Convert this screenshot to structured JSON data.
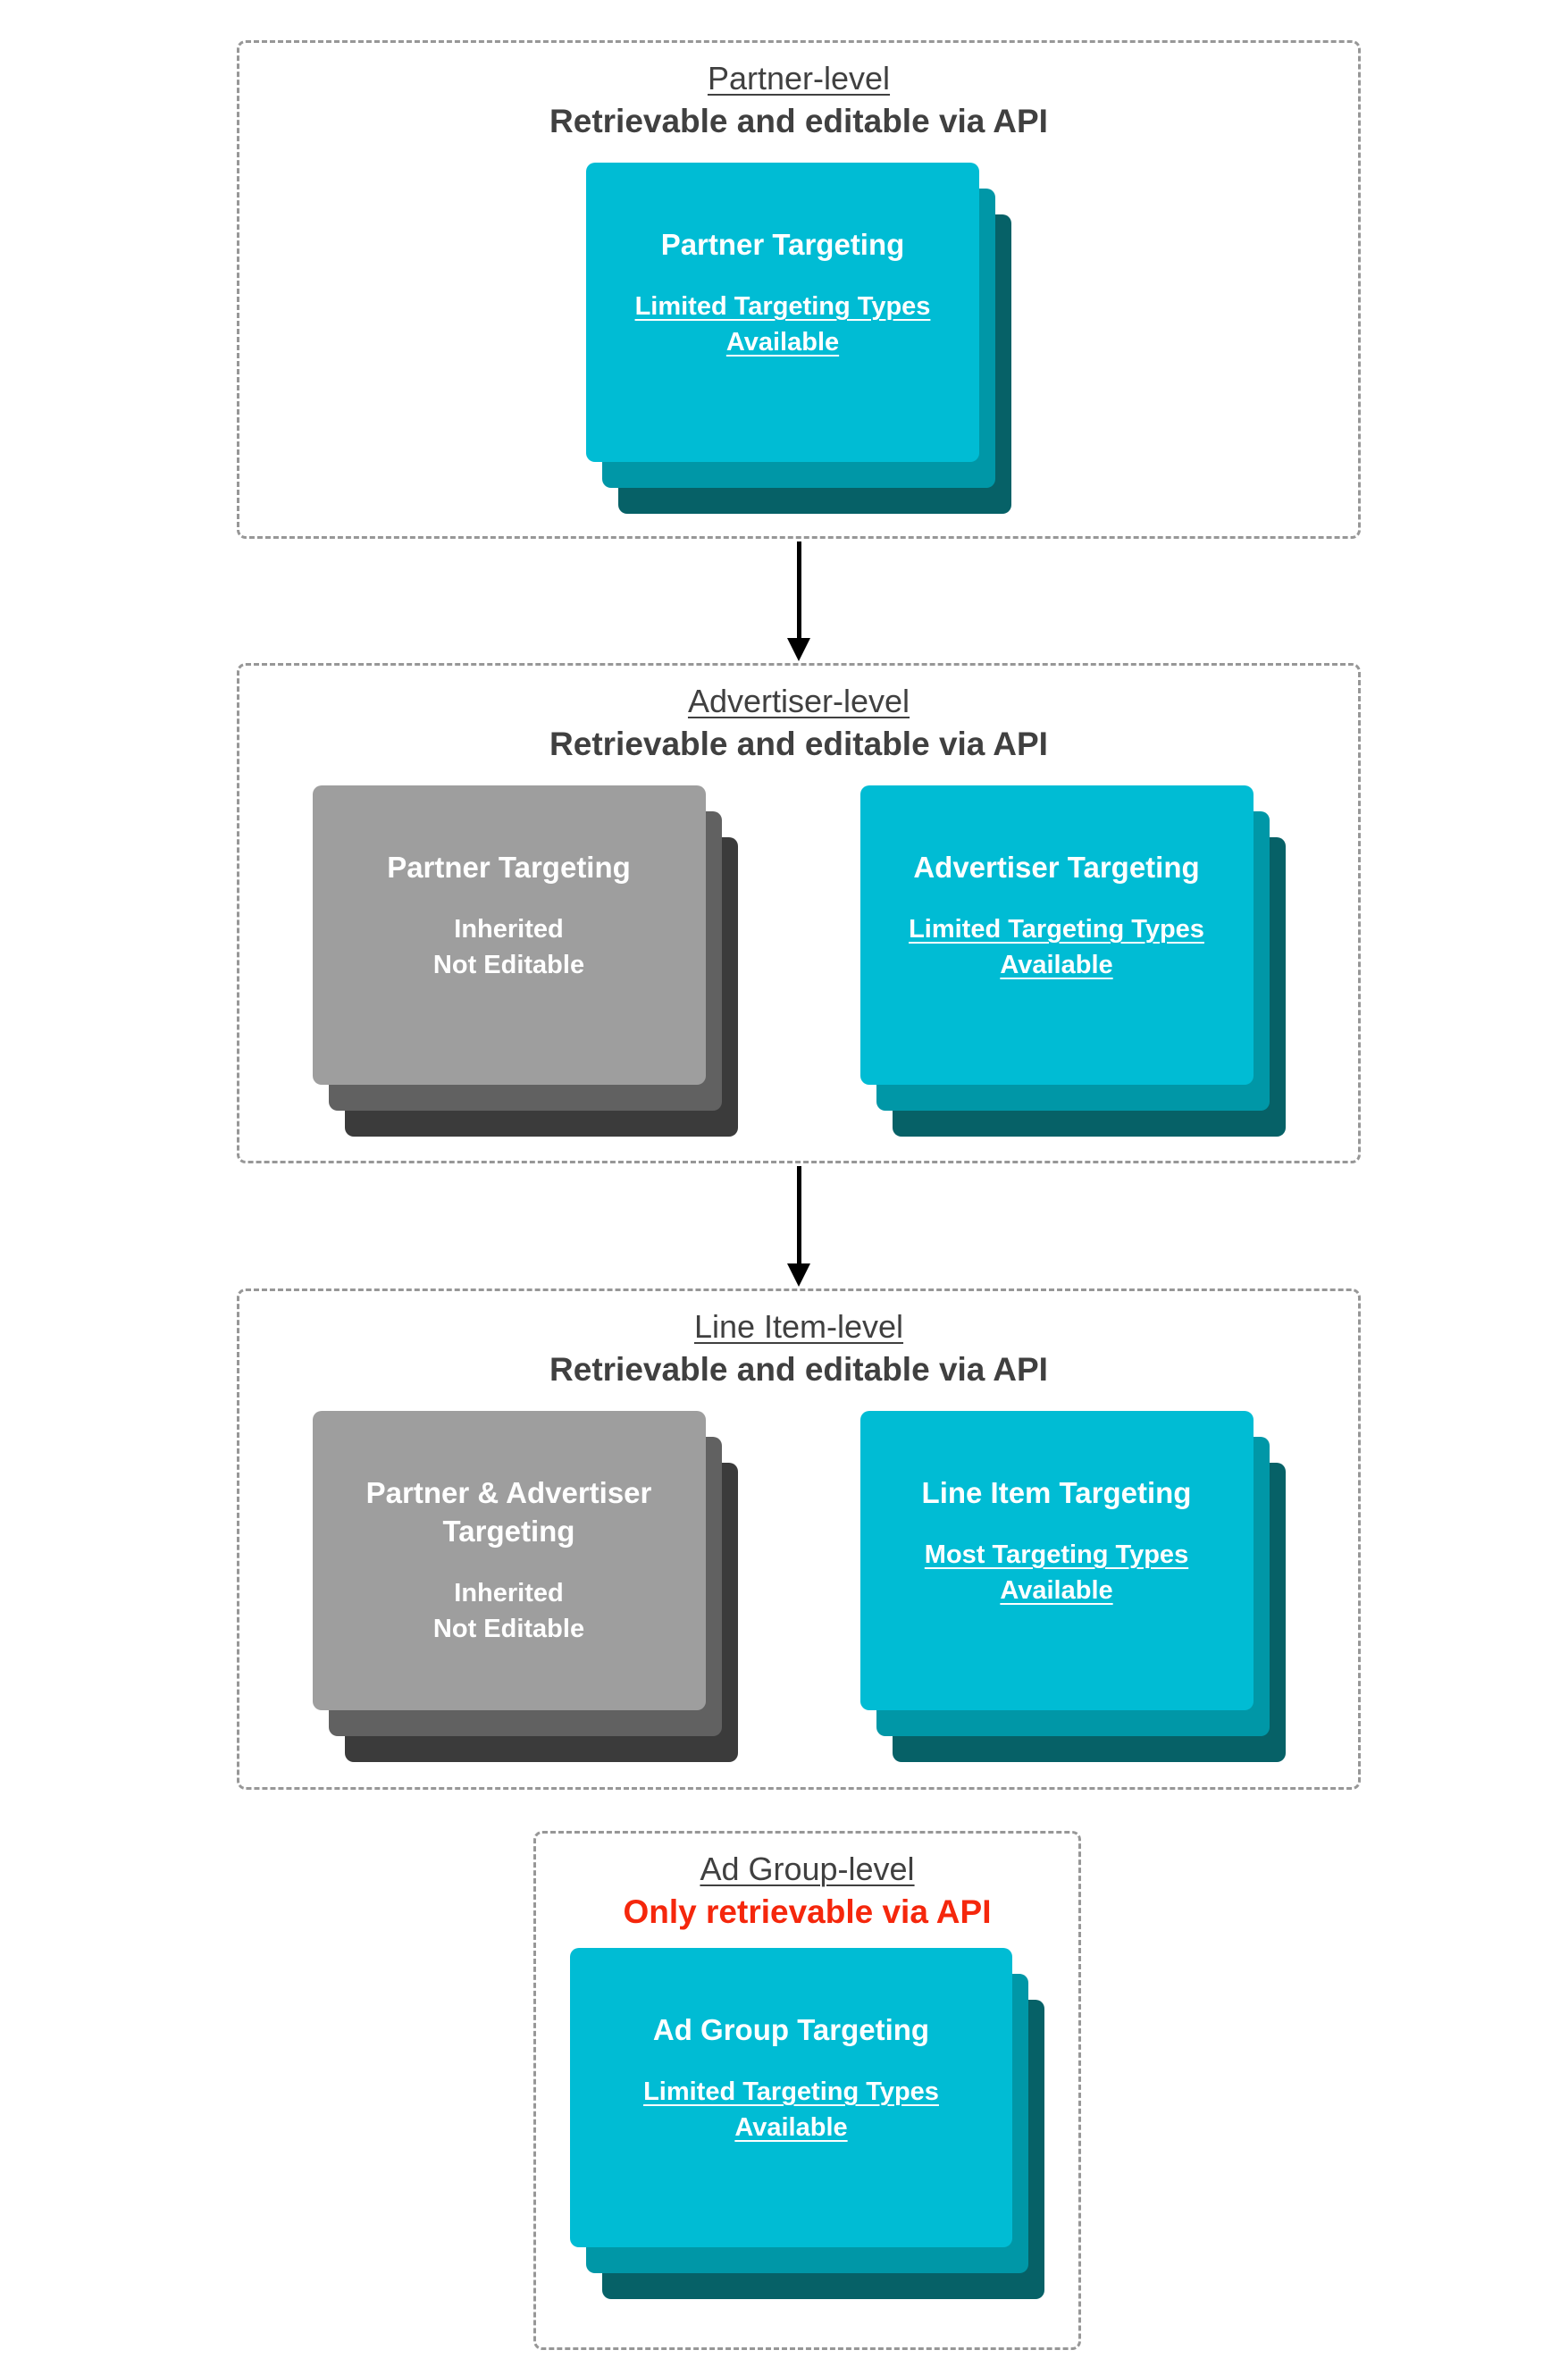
{
  "colors": {
    "card_teal_front": "#00BCD4",
    "card_teal_mid": "#0097A7",
    "card_teal_back": "#066167",
    "card_gray_front": "#9E9E9E",
    "card_gray_mid": "#616161",
    "card_gray_back": "#3B3B3B",
    "heading_text": "#404040",
    "restricted_text": "#F5270C",
    "dashed_border": "#979797",
    "arrow": "#000000"
  },
  "sections": [
    {
      "title": "Partner-level",
      "subtitle": "Retrievable and editable via API",
      "cards": [
        {
          "style": "teal",
          "title": "Partner Targeting",
          "sub_lines": [
            "Limited Targeting Types",
            "Available"
          ]
        }
      ]
    },
    {
      "title": "Advertiser-level",
      "subtitle": "Retrievable and editable via API",
      "cards": [
        {
          "style": "gray",
          "title": "Partner Targeting",
          "sub_lines": [
            "Inherited",
            "Not Editable"
          ]
        },
        {
          "style": "teal",
          "title": "Advertiser Targeting",
          "sub_lines": [
            "Limited Targeting Types",
            "Available"
          ]
        }
      ]
    },
    {
      "title": "Line Item-level",
      "subtitle": "Retrievable and editable via API",
      "cards": [
        {
          "style": "gray",
          "title": "Partner & Advertiser Targeting",
          "sub_lines": [
            "Inherited",
            "Not Editable"
          ]
        },
        {
          "style": "teal",
          "title": "Line Item Targeting",
          "sub_lines": [
            "Most Targeting Types",
            "Available"
          ]
        }
      ]
    },
    {
      "title": "Ad Group-level",
      "subtitle": "Only retrievable via API",
      "cards": [
        {
          "style": "teal",
          "title": "Ad Group Targeting",
          "sub_lines": [
            "Limited Targeting Types",
            "Available"
          ]
        }
      ]
    }
  ]
}
